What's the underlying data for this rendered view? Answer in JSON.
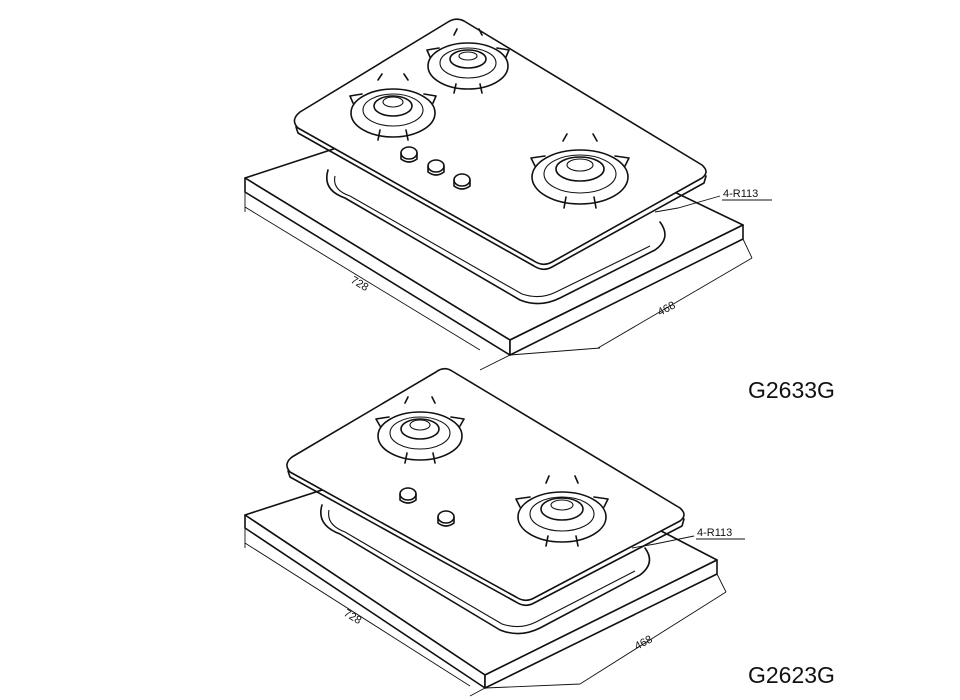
{
  "drawings": [
    {
      "model": "G2633G",
      "length_dim": "728",
      "width_dim": "468",
      "radius_note": "4-R113"
    },
    {
      "model": "G2623G",
      "length_dim": "728",
      "width_dim": "468",
      "radius_note": "4-R113"
    }
  ]
}
